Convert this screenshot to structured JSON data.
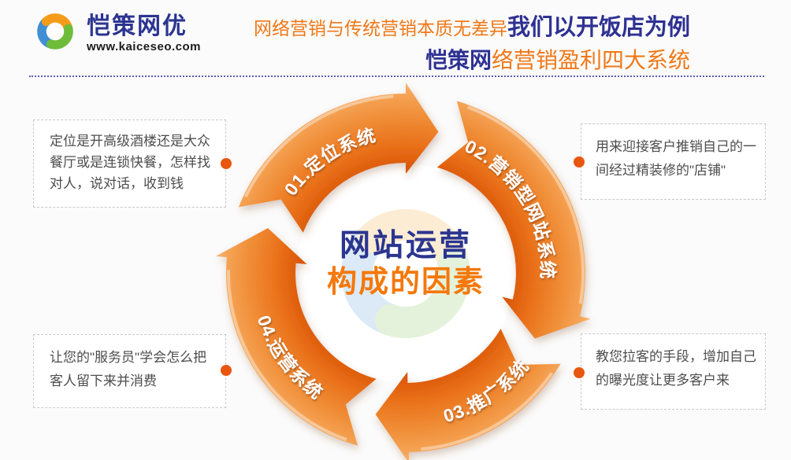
{
  "logo": {
    "name": "恺策网优",
    "url": "www.kaiceseo.com"
  },
  "header": {
    "line1_orange": "网络营销与传统营销本质无差异",
    "line1_navy": "我们以开饭店为例",
    "line2_navy": "恺策网",
    "line2_orange": "络营销盈利四大系统"
  },
  "diagram": {
    "center_line1": "网站运营",
    "center_line2": "构成的因素",
    "segments": [
      {
        "id": "01",
        "label": "01.定位系统"
      },
      {
        "id": "02",
        "label": "02.营销型网站系统"
      },
      {
        "id": "03",
        "label": "03.推广系统"
      },
      {
        "id": "04",
        "label": "04.运营系统"
      }
    ]
  },
  "notes": [
    {
      "position": "top-left",
      "text": "定位是开高级酒楼还是大众餐厅或是连锁快餐，怎样找对人，说对话，收到钱"
    },
    {
      "position": "top-right",
      "text": "用来迎接客户推销自己的一间经过精装修的\"店铺\""
    },
    {
      "position": "bottom-left",
      "text": "让您的\"服务员\"学会怎么把客人留下来并消费"
    },
    {
      "position": "bottom-right",
      "text": "教您拉客的手段，增加自己的曝光度让更多客户来"
    }
  ],
  "colors": {
    "accent_orange": "#F07818",
    "navy": "#2E3192",
    "arc_inner": "#DD5A09",
    "arc_outer": "#F7AE66",
    "dot": "#E8570F"
  }
}
